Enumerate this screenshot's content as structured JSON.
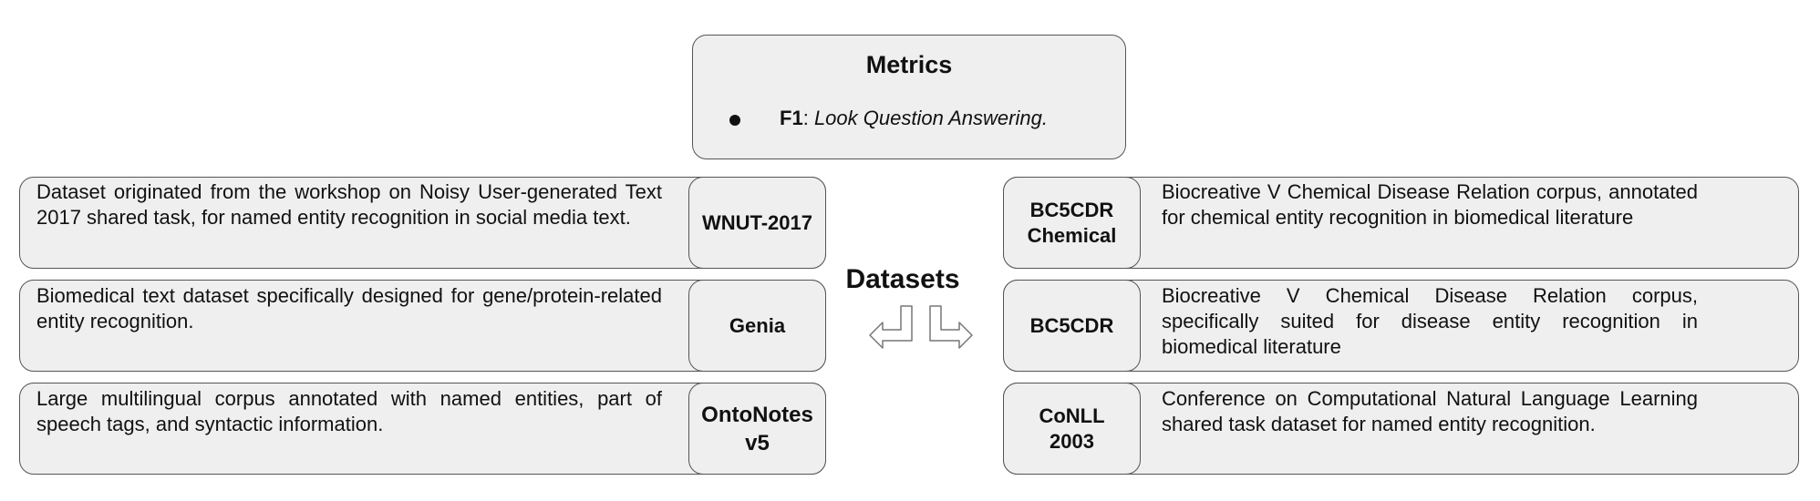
{
  "metrics": {
    "title": "Metrics",
    "bullet": {
      "label": "F1",
      "separator": ":",
      "description": "Look Question Answering."
    }
  },
  "datasets_label": "Datasets",
  "left_datasets": [
    {
      "name": "WNUT-2017",
      "description": "Dataset originated from the workshop on Noisy User-generated Text 2017 shared task, for named entity recognition in social media text."
    },
    {
      "name": "Genia",
      "description": "Biomedical text dataset specifically designed for gene/protein-related entity recognition."
    },
    {
      "name": "OntoNotes\nv5",
      "description": "Large multilingual corpus annotated with named entities, part of speech tags, and syntactic information."
    }
  ],
  "right_datasets": [
    {
      "name": "BC5CDR\nChemical",
      "description": "Biocreative V Chemical Disease Relation corpus, annotated for chemical entity recognition in biomedical literature"
    },
    {
      "name": "BC5CDR",
      "description": "Biocreative V Chemical Disease Relation corpus, specifically suited for disease entity recognition in biomedical literature"
    },
    {
      "name": "CoNLL\n2003",
      "description": "Conference on Computational Natural Language Learning shared task dataset for named entity recognition."
    }
  ],
  "colors": {
    "box_fill": "#efefef",
    "border": "#555555",
    "text": "#111111"
  }
}
